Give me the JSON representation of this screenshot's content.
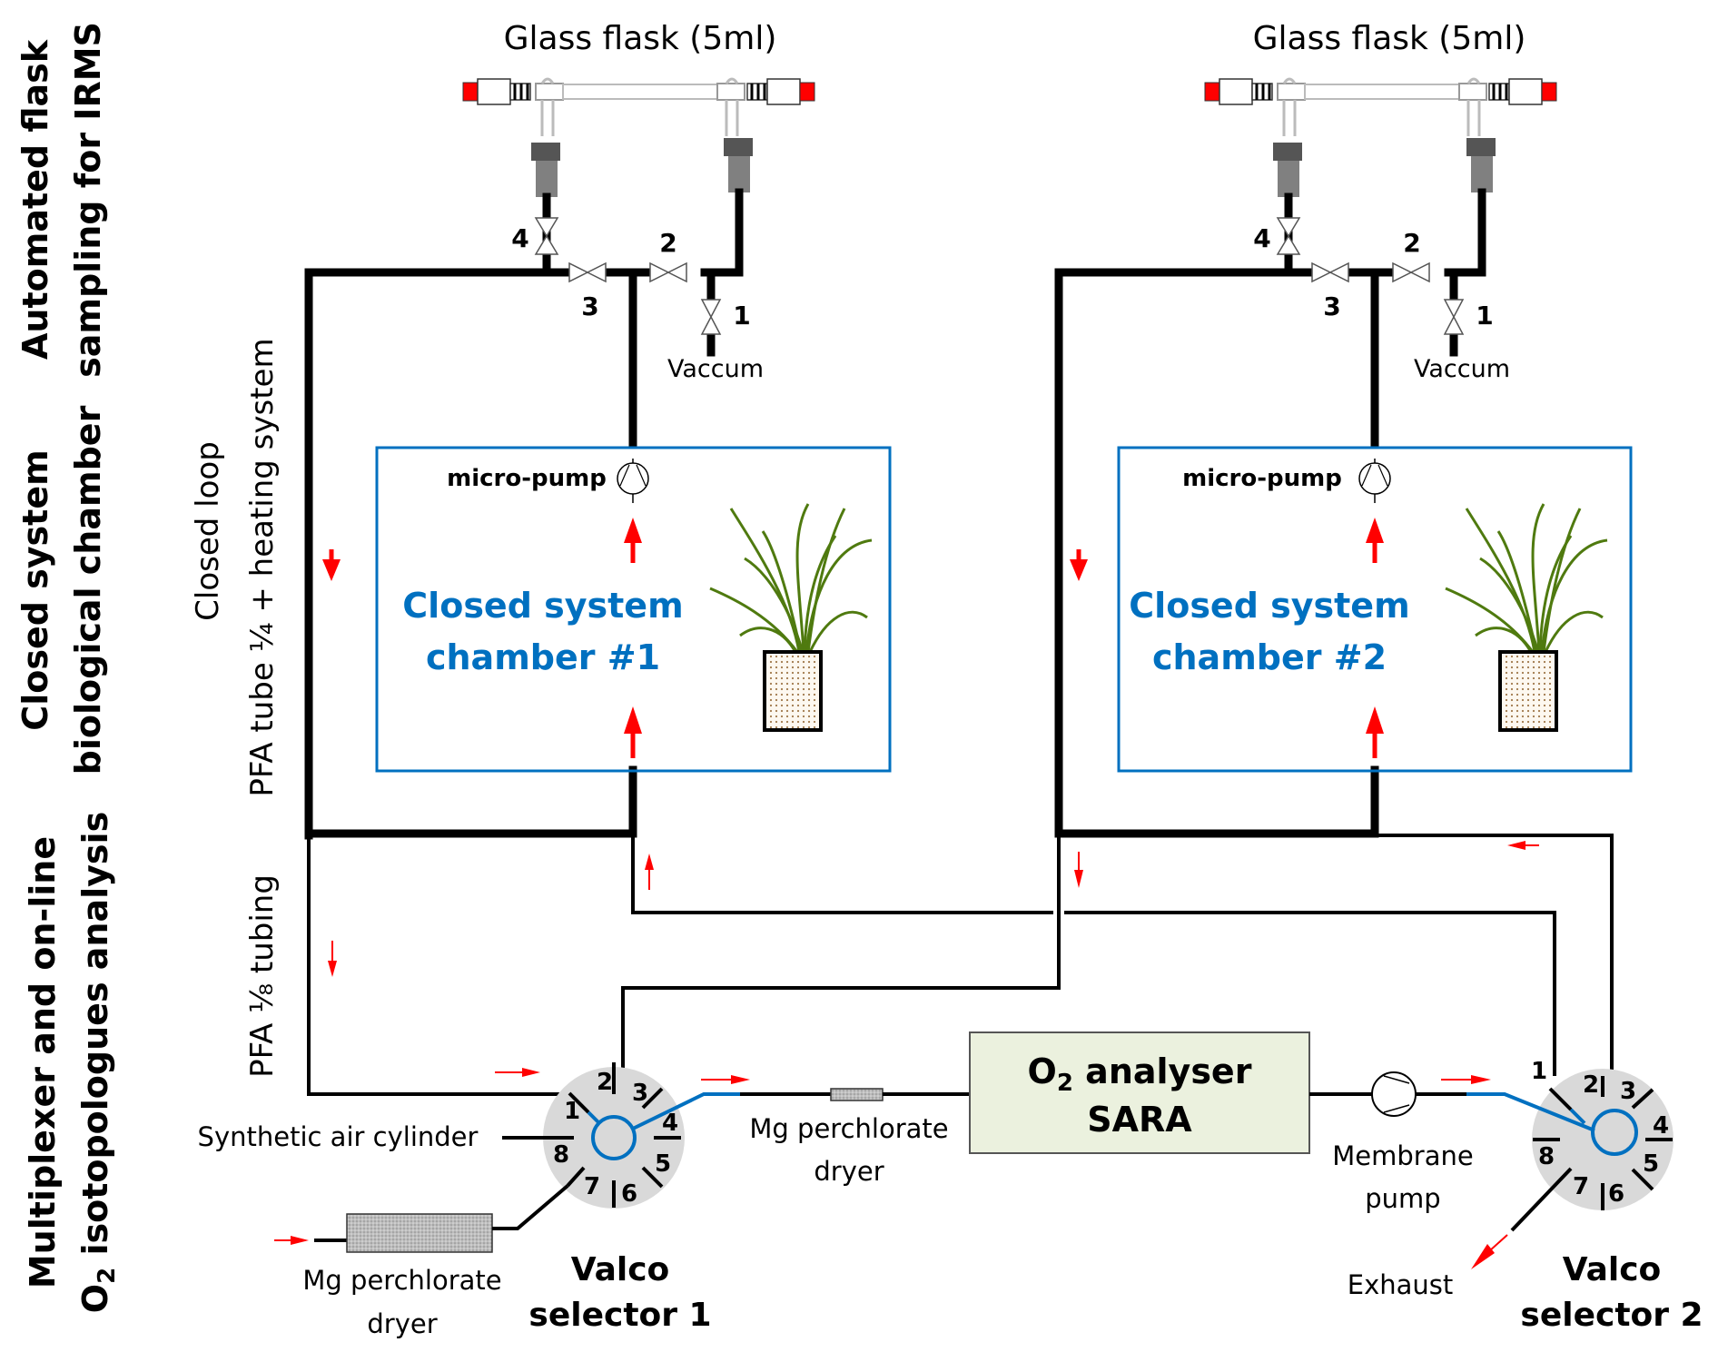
{
  "section_labels": {
    "flask_sampling": [
      "Automated flask",
      "sampling for IRMS"
    ],
    "biological_chamber": [
      "Closed system",
      "biological chamber"
    ],
    "multiplexer": [
      "Multiplexer and on-line",
      "isotopologues analysis"
    ],
    "multiplexer_prefix": "O",
    "multiplexer_subscript": "2"
  },
  "tubing_labels": {
    "closed_loop": "Closed loop",
    "pfa_quarter": "PFA tube ¼ + heating system",
    "pfa_eighth": "PFA ⅛ tubing"
  },
  "flask_units": [
    {
      "title": "Glass flask (5ml)",
      "valves": [
        "1",
        "2",
        "3",
        "4"
      ],
      "vacuum_label": "Vaccum"
    },
    {
      "title": "Glass flask (5ml)",
      "valves": [
        "1",
        "2",
        "3",
        "4"
      ],
      "vacuum_label": "Vaccum"
    }
  ],
  "chambers": [
    {
      "title_line1": "Closed system",
      "title_line2": "chamber #1",
      "pump_label": "micro-pump"
    },
    {
      "title_line1": "Closed system",
      "title_line2": "chamber #2",
      "pump_label": "micro-pump"
    }
  ],
  "selectors": [
    {
      "title_line1": "Valco",
      "title_line2": "selector 1",
      "ports": [
        "1",
        "2",
        "3",
        "4",
        "5",
        "6",
        "7",
        "8"
      ]
    },
    {
      "title_line1": "Valco",
      "title_line2": "selector 2",
      "ports": [
        "1",
        "2",
        "3",
        "4",
        "5",
        "6",
        "7",
        "8"
      ]
    }
  ],
  "components": {
    "synthetic_air": "Synthetic air cylinder",
    "dryer_bottom_line1": "Mg perchlorate",
    "dryer_bottom_line2": "dryer",
    "dryer_mid_line1": "Mg perchlorate",
    "dryer_mid_line2": "dryer",
    "analyser_line1_prefix": "O",
    "analyser_line1_sub": "2",
    "analyser_line1_suffix": " analyser",
    "analyser_line2": "SARA",
    "membrane_pump_line1": "Membrane",
    "membrane_pump_line2": "pump",
    "exhaust": "Exhaust",
    "selector2_port1_label": "1"
  },
  "colors": {
    "chamber_border": "#0070c0",
    "chamber_title": "#0070c0",
    "flow_arrow": "#ff0000",
    "selector_body": "#d9d9d9",
    "selector_rotor": "#0070c0",
    "analyser_fill": "#ebf1de",
    "plant_leaves": "#4f7a0f",
    "flask_cap": "#ff0000"
  }
}
